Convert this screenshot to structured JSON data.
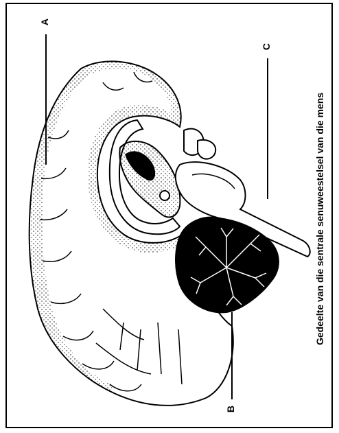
{
  "diagram": {
    "caption": "Gedeelte van die sentrale senuweestelsel van die mens",
    "labels": {
      "a": "A",
      "b": "B",
      "c": "C"
    }
  },
  "colors": {
    "ink": "#000000",
    "paper": "#ffffff"
  }
}
